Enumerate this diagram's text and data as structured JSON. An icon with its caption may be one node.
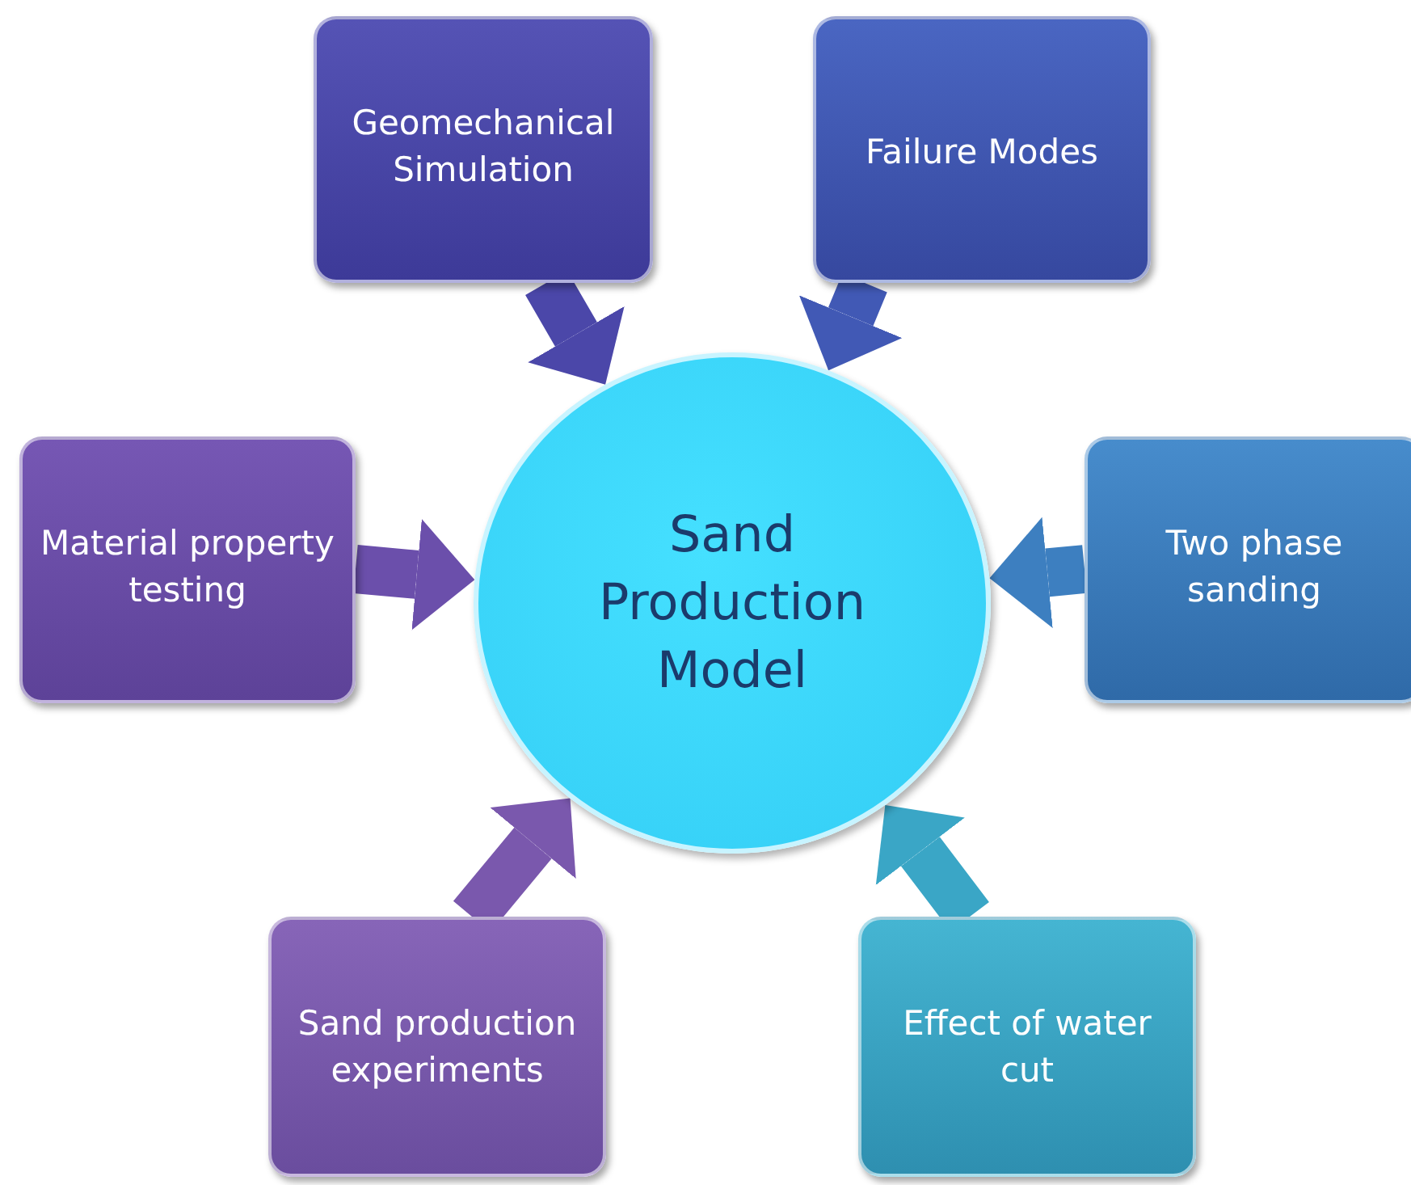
{
  "diagram": {
    "nodes": [
      {
        "text": [
          "Geomechanical Simulation"
        ]
      },
      {
        "text": [
          "Failure Modes"
        ]
      },
      {
        "text": [
          "Material property testing"
        ]
      },
      {
        "text": [
          "Sand Production Model"
        ]
      },
      {
        "text": [
          "Two phase sanding"
        ]
      },
      {
        "text": [
          "Sand production experiments"
        ]
      },
      {
        "text": [
          "Effect of water cut"
        ]
      }
    ],
    "edges": [
      {
        "from": 0,
        "to": 3,
        "arrow": "to",
        "color": "#4b47a9"
      },
      {
        "from": 1,
        "to": 3,
        "arrow": "to",
        "color": "#4159b5"
      },
      {
        "from": 2,
        "to": 3,
        "arrow": "to",
        "color": "#6b4fab"
      },
      {
        "from": 4,
        "to": 3,
        "arrow": "to",
        "color": "#3d7fc0"
      },
      {
        "from": 5,
        "to": 3,
        "arrow": "to",
        "color": "#7a58ad"
      },
      {
        "from": 6,
        "to": 3,
        "arrow": "to",
        "color": "#3aa6c6"
      }
    ]
  }
}
